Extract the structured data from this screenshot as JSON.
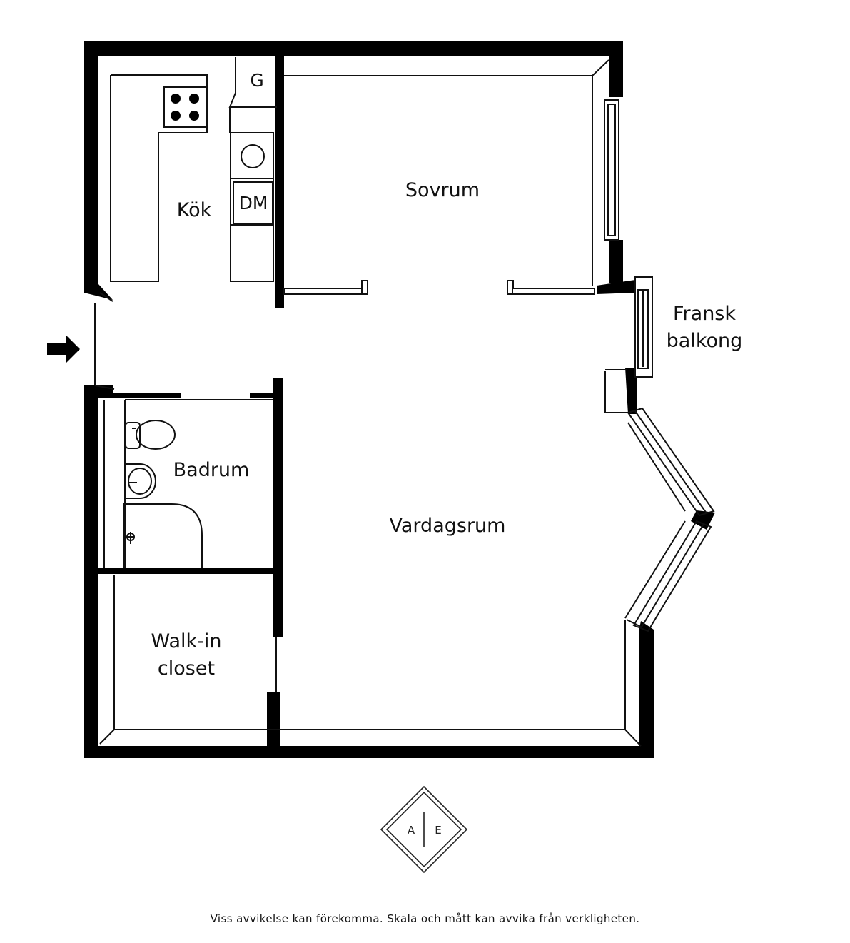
{
  "rooms": {
    "kitchen": "Kök",
    "bedroom": "Sovrum",
    "balcony_line1": "Fransk",
    "balcony_line2": "balkong",
    "bathroom": "Badrum",
    "living_room": "Vardagsrum",
    "closet_line1": "Walk-in",
    "closet_line2": "closet"
  },
  "appliances": {
    "g_label": "G",
    "dm_label": "DM"
  },
  "logo": {
    "left_letter": "A",
    "right_letter": "E"
  },
  "disclaimer": "Viss avvikelse kan förekomma. Skala och mått kan avvika från verkligheten.",
  "colors": {
    "wall": "#000000",
    "line": "#111111",
    "background": "#ffffff"
  },
  "icons": [
    "entrance-arrow-icon",
    "stove-icon",
    "toilet-icon",
    "sink-icon",
    "shower-icon",
    "logo-diamond-icon"
  ]
}
